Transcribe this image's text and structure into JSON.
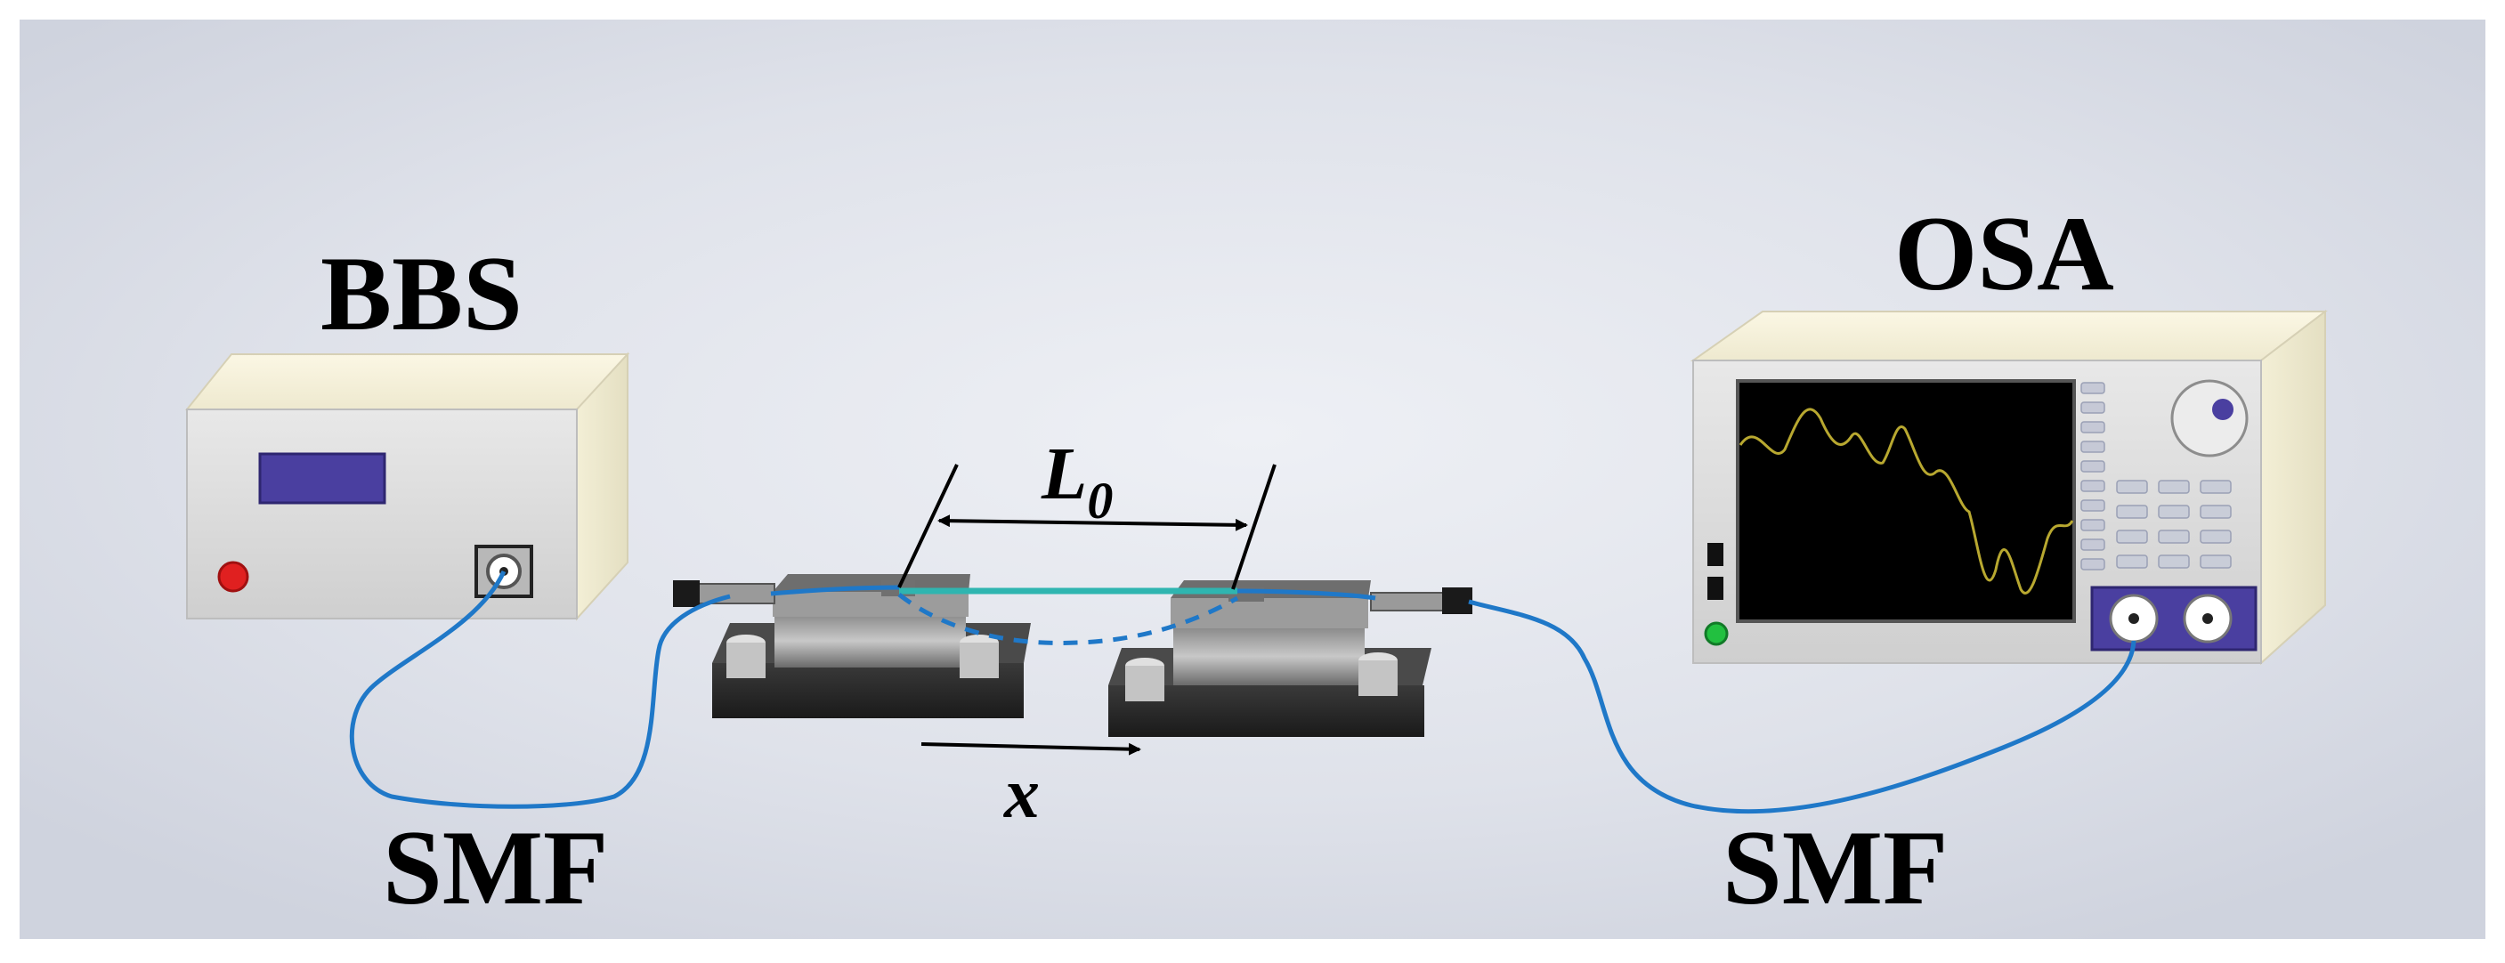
{
  "labels": {
    "bbs": "BBS",
    "osa": "OSA",
    "smf_left": "SMF",
    "smf_right": "SMF",
    "length_main": "L",
    "length_sub": "0",
    "displacement": "x"
  },
  "colors": {
    "fiber": "#1f78c8",
    "taper": "#2fb5b0",
    "screen": "#000000",
    "spectrum_trace": "#b8a830",
    "bbs_display": "#4a3fa0",
    "power_led": "#e02020",
    "osa_led": "#22c040",
    "knob_dot": "#4a3fa0"
  },
  "icons": [
    "broadband-source-device",
    "optical-spectrum-analyzer-device",
    "translation-stage-left",
    "translation-stage-right",
    "fiber-connector-icon",
    "rotary-knob-icon"
  ]
}
